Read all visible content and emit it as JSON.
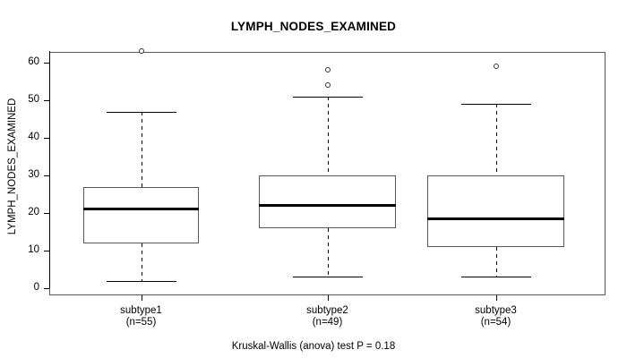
{
  "chart_data": {
    "type": "box",
    "title": "LYMPH_NODES_EXAMINED",
    "xlabel": "",
    "ylabel": "LYMPH_NODES_EXAMINED",
    "caption": "Kruskal-Wallis (anova) test P = 0.18",
    "ylim": [
      0,
      65
    ],
    "yticks": [
      0,
      10,
      20,
      30,
      40,
      50,
      60
    ],
    "ytick_labels": [
      "0",
      "10",
      "20",
      "30",
      "40",
      "50",
      "60"
    ],
    "grid": false,
    "legend": "none",
    "categories": [
      "subtype1",
      "subtype2",
      "subtype3"
    ],
    "group_counts": [
      55,
      49,
      54
    ],
    "xtick_labels": [
      {
        "name": "subtype1",
        "count": "(n=55)"
      },
      {
        "name": "subtype2",
        "count": "(n=49)"
      },
      {
        "name": "subtype3",
        "count": "(n=54)"
      }
    ],
    "boxes": [
      {
        "category": "subtype1",
        "lower_whisker": 2,
        "q1": 12,
        "median": 21,
        "q3": 27,
        "upper_whisker": 47,
        "outliers": [
          63
        ]
      },
      {
        "category": "subtype2",
        "lower_whisker": 3,
        "q1": 16,
        "median": 22,
        "q3": 30,
        "upper_whisker": 51,
        "outliers": [
          58,
          54
        ]
      },
      {
        "category": "subtype3",
        "lower_whisker": 3,
        "q1": 11,
        "median": 18.5,
        "q3": 30,
        "upper_whisker": 49,
        "outliers": [
          59
        ]
      }
    ],
    "colors": {
      "box_border": "#595959",
      "median": "#000000",
      "whisker": "#000000",
      "outlier": "#333333",
      "background": "#ffffff",
      "text": "#000000"
    }
  }
}
